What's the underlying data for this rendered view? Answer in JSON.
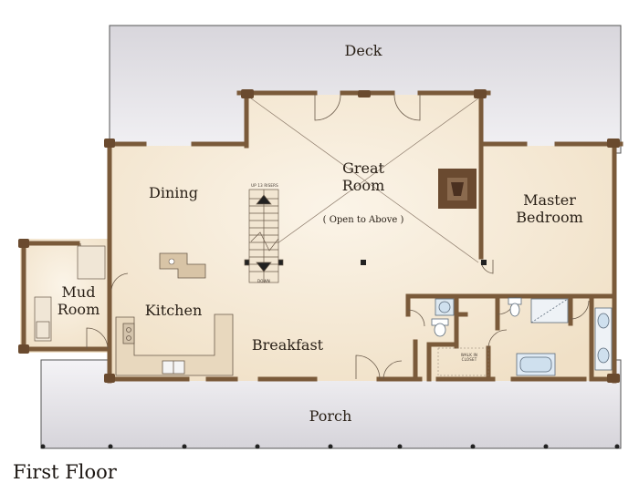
{
  "title": "First Floor",
  "rooms": {
    "deck": "Deck",
    "great_room_line1": "Great",
    "great_room_line2": "Room",
    "open_to_above": "( Open to Above )",
    "dining": "Dining",
    "master_line1": "Master",
    "master_line2": "Bedroom",
    "mud_line1": "Mud",
    "mud_line2": "Room",
    "kitchen": "Kitchen",
    "breakfast": "Breakfast",
    "porch": "Porch"
  },
  "annotations": {
    "stair_up": "UP 13 RISERS",
    "stair_down": "DOWN",
    "walk_in_line1": "WALK IN",
    "walk_in_line2": "CLOSET"
  },
  "colors": {
    "wall": "#7a5a3a",
    "deck_porch": "#e6e4e8",
    "floor_warm": "#f6ecdc",
    "fireplace": "#6a4a30"
  }
}
